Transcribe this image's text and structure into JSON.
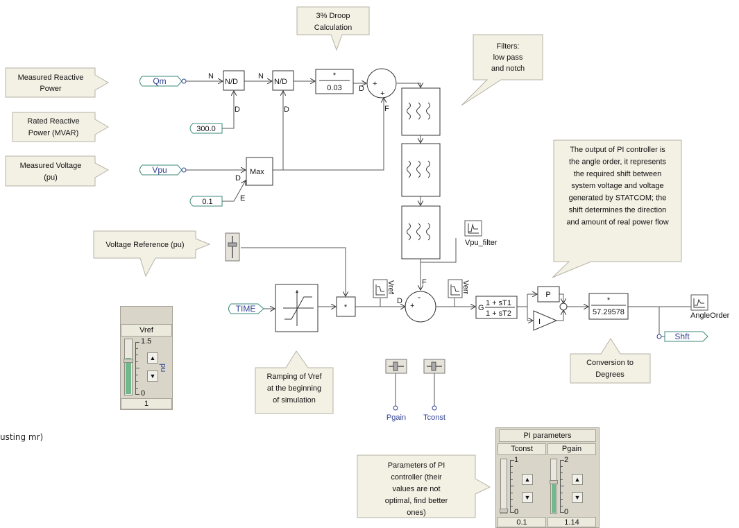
{
  "callouts": {
    "measured_reactive_power": "Measured Reactive Power",
    "rated_reactive_power": "Rated Reactive Power (MVAR)",
    "measured_voltage": "Measured Voltage (pu)",
    "droop": "3% Droop Calculation",
    "filters": "Filters: low pass and notch",
    "pi_output": "The output of PI controller is the angle order, it represents the required shift between system voltage and voltage generated by STATCOM; the shift determines the direction and amount of real power flow",
    "voltage_reference": "Voltage Reference (pu)",
    "ramping": "Ramping of Vref at the beginning of simulation",
    "conversion": "Conversion to Degrees",
    "pi_params": "Parameters of PI controller (their values are not optimal, find better ones)"
  },
  "signals": {
    "qm": "Qm",
    "vpu": "Vpu",
    "time": "TIME",
    "shft": "Shft",
    "pgain": "Pgain",
    "tconst": "Tconst"
  },
  "constants": {
    "rated_q": "300.0",
    "min_v": "0.1"
  },
  "blocks": {
    "div1": "N/D",
    "div2": "N/D",
    "mult_sym": "*",
    "droop_gain": "0.03",
    "max": "Max",
    "pi_p": "P",
    "pi_i": "I",
    "lead_gain": "G",
    "lead_num": "1 + sT1",
    "lead_den": "1 + sT2",
    "rad2deg": "57.29578"
  },
  "port_labels": {
    "n": "N",
    "d": "D",
    "e": "E",
    "f": "F",
    "plus": "+",
    "minus": "-"
  },
  "meters": {
    "vpu_filter": "Vpu_filter",
    "vref": "Vref",
    "verr": "Verr",
    "angle_order": "AngleOrder"
  },
  "vref_panel": {
    "title": "Vref",
    "max": "1.5",
    "min": "0",
    "unit": "pu",
    "value": "1",
    "level": 0.667
  },
  "pi_panel": {
    "title": "PI parameters",
    "tconst": {
      "label": "Tconst",
      "max": "1",
      "min": "0",
      "value": "0.1",
      "level": 0.1
    },
    "pgain": {
      "label": "Pgain",
      "max": "2",
      "min": "0",
      "value": "1.14",
      "level": 0.57
    }
  },
  "edge_note": "usting mr)",
  "colors": {
    "callout_fill": "#f3f0e4",
    "callout_stroke": "#b5b2a6",
    "wire": "#555555",
    "signal_blue": "#2f3f8f",
    "slider_fill": "#6fb98c"
  }
}
